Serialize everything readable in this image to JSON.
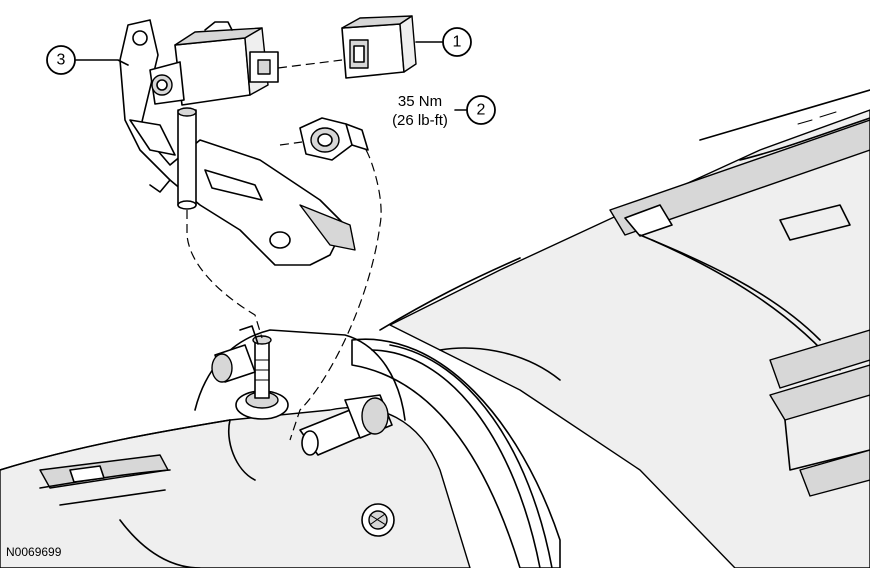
{
  "figure": {
    "id": "N0069699"
  },
  "callouts": [
    {
      "number": "1"
    },
    {
      "number": "2"
    },
    {
      "number": "3"
    }
  ],
  "torque": {
    "metric": "35 Nm",
    "imperial": "(26 lb-ft)"
  }
}
